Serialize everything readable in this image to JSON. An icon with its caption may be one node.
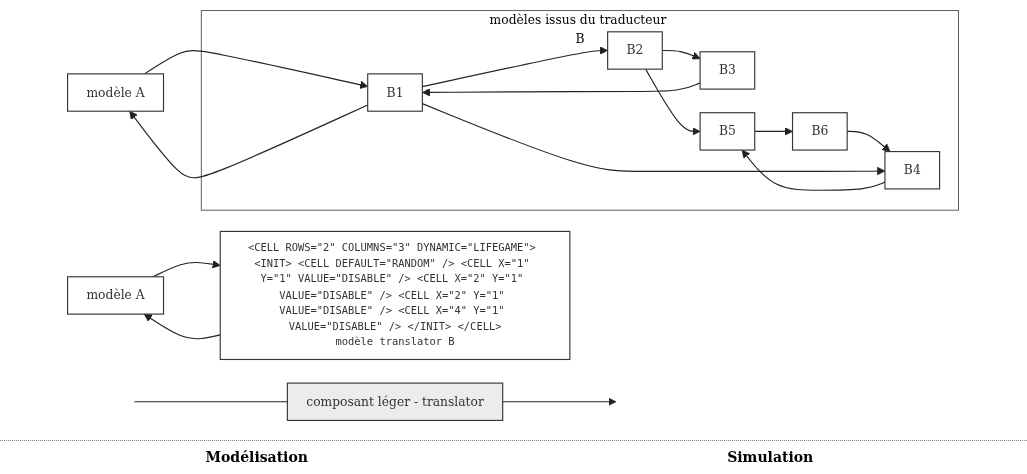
{
  "diagram": {
    "nodes": [
      {
        "text": [
          "modèle A"
        ]
      },
      {
        "text": [
          "<CELL ROWS=\"2\" COLUMNS=\"3\" DYNAMIC=\"LIFEGAME\"> <INIT> <CELL DEFAULT=\"RANDOM\" /> <CELL X=\"1\" Y=\"1\" VALUE=\"DISABLE\" /> <CELL X=\"2\" Y=\"1\" VALUE=\"DISABLE\" /> <CELL X=\"2\" Y=\"1\" VALUE=\"DISABLE\" /> <CELL X=\"4\" Y=\"1\" VALUE=\"DISABLE\" /> </INIT> </CELL>",
          "modèle translator B"
        ]
      },
      {
        "text": [
          "composant léger - translator"
        ]
      },
      {
        "text": [
          "modèle A"
        ]
      },
      {
        "text": [
          "modèles issus du traducteur B"
        ]
      },
      {
        "text": [
          "B1"
        ],
        "in": 4
      },
      {
        "text": [
          "B2"
        ],
        "in": 4
      },
      {
        "text": [
          "B3"
        ],
        "in": 4
      },
      {
        "text": [
          "B4"
        ],
        "in": 4
      },
      {
        "text": [
          "B5"
        ],
        "in": 4
      },
      {
        "text": [
          "B6"
        ],
        "in": 4
      }
    ],
    "edges": [
      {
        "from": 0,
        "to": 1,
        "arrow": "to"
      },
      {
        "from": 1,
        "to": 0,
        "arrow": "to"
      },
      {
        "from": null,
        "to": 2,
        "arrow": "none"
      },
      {
        "from": 2,
        "to": null,
        "arrow": "to"
      },
      {
        "from": 3,
        "to": 5,
        "arrow": "to"
      },
      {
        "from": 5,
        "to": 3,
        "arrow": "to"
      },
      {
        "from": 5,
        "to": 6,
        "arrow": "to"
      },
      {
        "from": 6,
        "to": 7,
        "arrow": "to"
      },
      {
        "from": 7,
        "to": 5,
        "arrow": "to"
      },
      {
        "from": 8,
        "to": 9,
        "arrow": "to"
      },
      {
        "from": 9,
        "to": 10,
        "arrow": "to"
      },
      {
        "from": 10,
        "to": 8,
        "arrow": "to"
      },
      {
        "from": 5,
        "to": 8,
        "arrow": "to"
      },
      {
        "from": 6,
        "to": 9,
        "arrow": "to"
      }
    ],
    "labels": [
      "Modélisation",
      "Simulation"
    ]
  }
}
